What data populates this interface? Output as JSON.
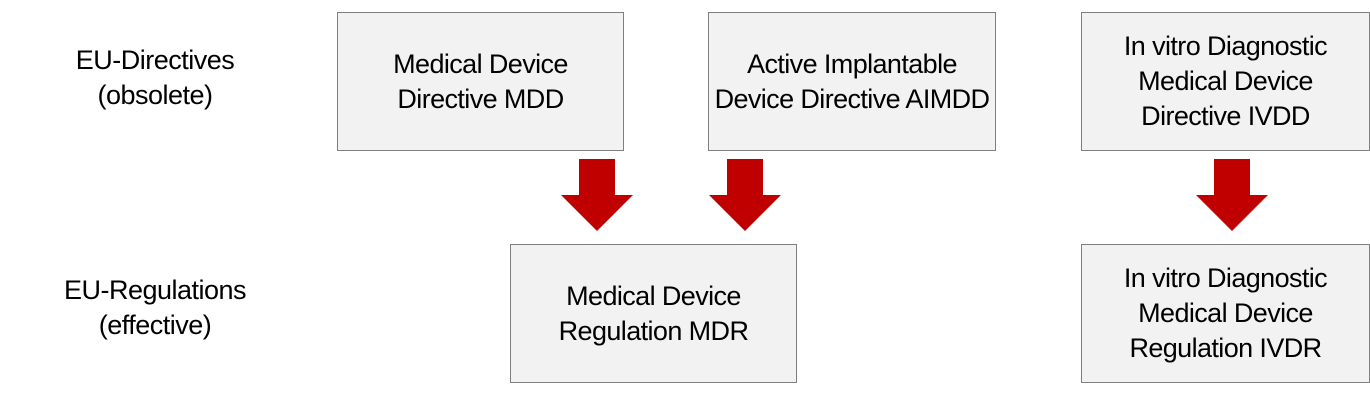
{
  "rows": {
    "directives": {
      "line1": "EU-Directives",
      "line2": "(obsolete)"
    },
    "regulations": {
      "line1": "EU-Regulations",
      "line2": "(effective)"
    }
  },
  "boxes": {
    "mdd": {
      "line1": "Medical Device",
      "line2": "Directive MDD"
    },
    "aimdd": {
      "line1": "Active Implantable",
      "line2": "Device Directive AIMDD"
    },
    "ivdd": {
      "line1": "In vitro Diagnostic",
      "line2": "Medical Device",
      "line3": "Directive IVDD"
    },
    "mdr": {
      "line1": "Medical Device",
      "line2": "Regulation MDR"
    },
    "ivdr": {
      "line1": "In vitro Diagnostic",
      "line2": "Medical Device",
      "line3": "Regulation IVDR"
    }
  },
  "colors": {
    "arrow": "#c00000",
    "box_fill": "#f2f2f2",
    "box_border": "#7f7f7f"
  }
}
